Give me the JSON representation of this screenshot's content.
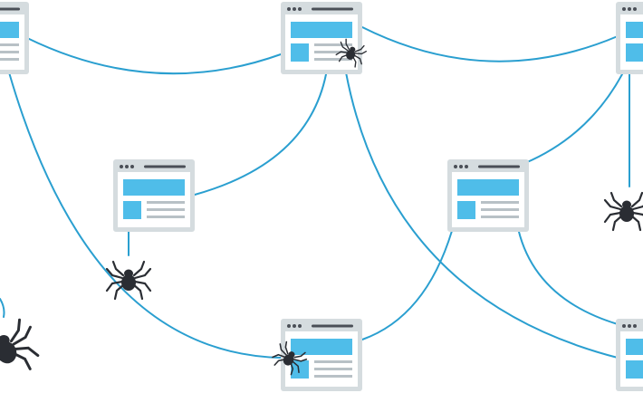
{
  "colors": {
    "background": "#ffffff",
    "link_line": "#2a9fd0",
    "window_frame": "#d5dcdf",
    "window_body": "#ffffff",
    "titlebar_dots": "#4a4f57",
    "titlebar_bar": "#4a4f57",
    "content_block": "#4fbde9",
    "text_line": "#b8c1c6",
    "spider": "#2a2d33"
  },
  "icons": {
    "page": "webpage-window-icon",
    "crawler": "spider-icon"
  },
  "diagram": {
    "node_count": 8,
    "spider_count": 5,
    "connection_count": 12
  }
}
